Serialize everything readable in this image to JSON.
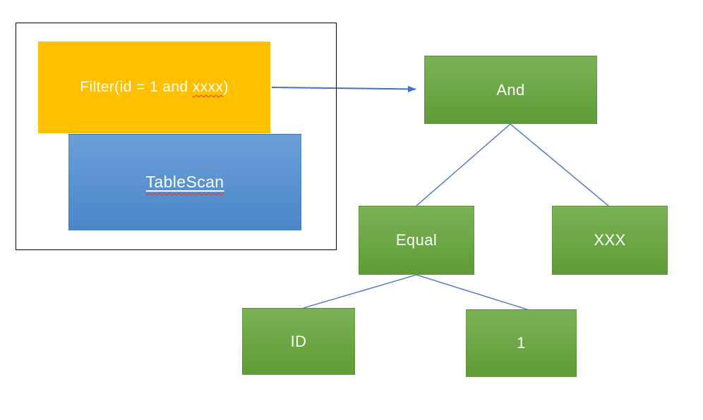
{
  "diagram": {
    "plan": {
      "filter": {
        "text_prefix": "Filter(id = 1 and ",
        "text_misspelled": "xxxx",
        "text_suffix": ")"
      },
      "tablescan": {
        "label": "TableScan"
      }
    },
    "tree": {
      "nodes": [
        {
          "id": "and",
          "label": "And"
        },
        {
          "id": "equal",
          "label": "Equal"
        },
        {
          "id": "xxx",
          "label": "XXX"
        },
        {
          "id": "id",
          "label": "ID"
        },
        {
          "id": "one",
          "label": "1"
        }
      ],
      "edges": [
        {
          "from": "and",
          "to": "equal"
        },
        {
          "from": "and",
          "to": "xxx"
        },
        {
          "from": "equal",
          "to": "id"
        },
        {
          "from": "equal",
          "to": "one"
        },
        {
          "from": "filter",
          "to": "and",
          "style": "arrow"
        }
      ]
    },
    "colors": {
      "canvas_bg": "#ffffff",
      "filter_fill": "#FFC000",
      "tablescan_top": "#6aa0d8",
      "tablescan_bottom": "#4a86c8",
      "node_top": "#7ab355",
      "node_bottom": "#5f9b37",
      "connector": "#4472C4",
      "container_border": "#000000",
      "squiggle": "#e8301c",
      "shape_text": "#ffffff"
    }
  }
}
